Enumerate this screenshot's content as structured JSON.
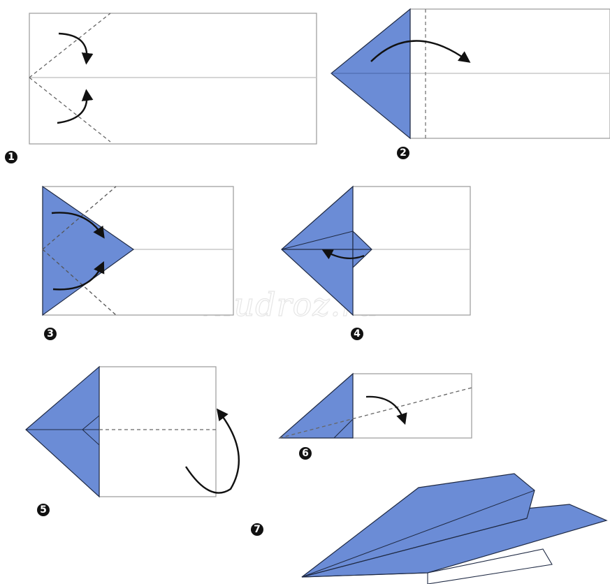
{
  "watermark": "kludroz.ru",
  "colors": {
    "paper_blue": "#6b8cd6",
    "outline": "#1f2a44",
    "fold_line": "#c8c8c8",
    "badge": "#111111"
  },
  "steps": [
    {
      "number": "1"
    },
    {
      "number": "2"
    },
    {
      "number": "3"
    },
    {
      "number": "4"
    },
    {
      "number": "5"
    },
    {
      "number": "6"
    },
    {
      "number": "7"
    }
  ]
}
